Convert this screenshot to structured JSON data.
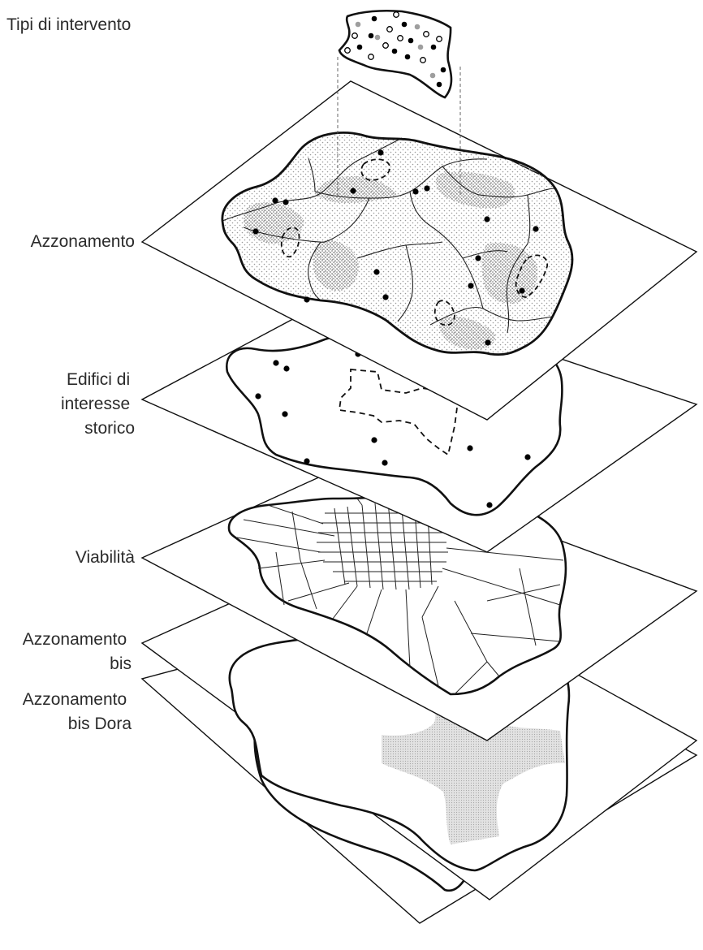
{
  "diagram": {
    "type": "exploded-layer-stack",
    "layers": [
      {
        "id": "tipi",
        "label_lines": [
          "Tipi di intervento"
        ],
        "content": "point-symbols"
      },
      {
        "id": "azzonamento",
        "label_lines": [
          "Azzonamento"
        ],
        "content": "stippled-zones"
      },
      {
        "id": "edifici",
        "label_lines": [
          "Edifici di",
          "interesse",
          "storico"
        ],
        "content": "building-points"
      },
      {
        "id": "viabilita",
        "label_lines": [
          "Viabilità"
        ],
        "content": "street-network"
      },
      {
        "id": "azz-bis",
        "label_lines": [
          "Azzonamento",
          "bis"
        ],
        "content": "shaded-band"
      },
      {
        "id": "azz-bis-dora",
        "label_lines": [
          "Azzonamento",
          "bis Dora"
        ],
        "content": "outline"
      }
    ],
    "colors": {
      "line": "#111111",
      "stipple": "#9a9a9a",
      "dense_stipple": "#6e6e6e",
      "band": "#d9d9d9",
      "grey_dot": "#9e9e9e",
      "text": "#2b2b2b"
    }
  }
}
